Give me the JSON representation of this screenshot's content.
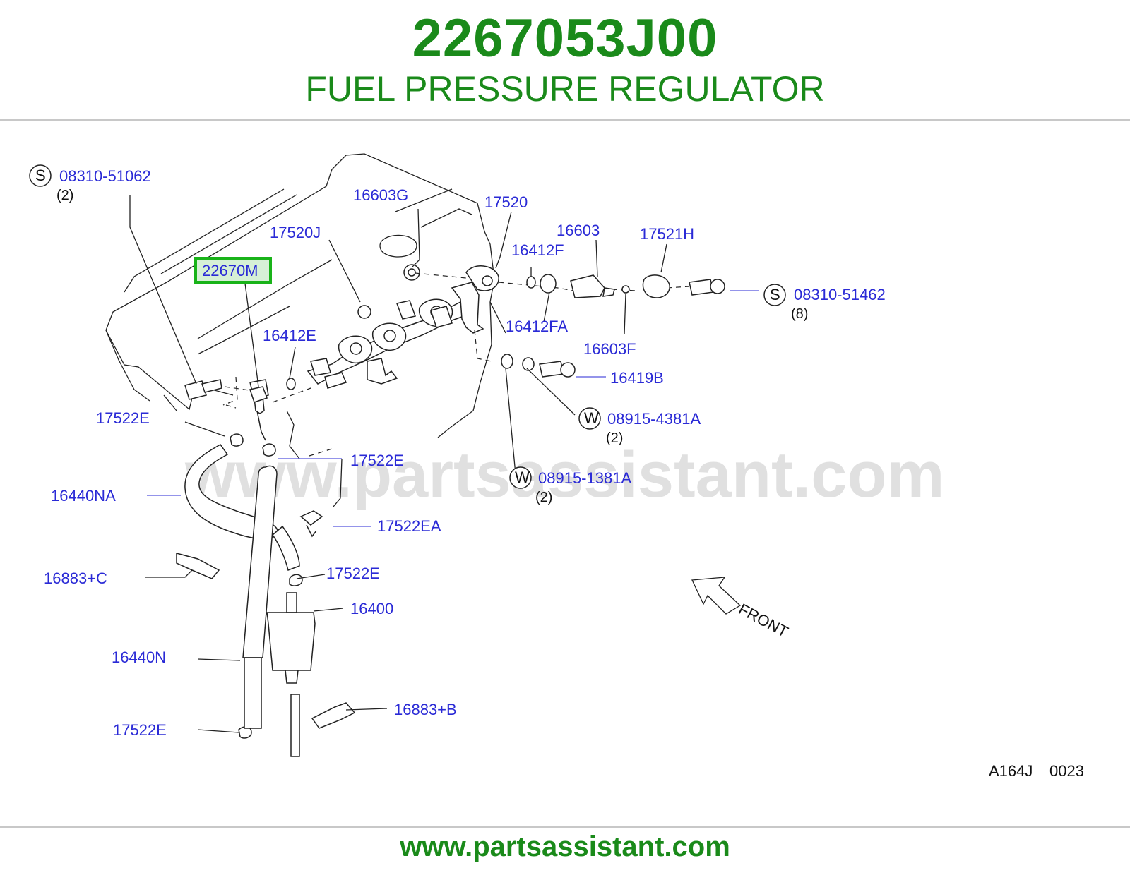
{
  "header": {
    "part_number": "2267053J00",
    "description": "FUEL PRESSURE REGULATOR"
  },
  "diagram": {
    "watermark": "www.partsassistant.com",
    "highlight_color": "#19b319",
    "label_color": "#2a2ad6",
    "code": "A164J",
    "sheet": "0023",
    "front_label": "FRONT",
    "callouts": [
      {
        "id": "s1",
        "symbol": "S",
        "label": "08310-51062",
        "qty": "(2)"
      },
      {
        "id": "c16603g",
        "label": "16603G"
      },
      {
        "id": "c17520",
        "label": "17520"
      },
      {
        "id": "c17520j",
        "label": "17520J"
      },
      {
        "id": "c16603",
        "label": "16603"
      },
      {
        "id": "c17521h",
        "label": "17521H"
      },
      {
        "id": "c22670m",
        "label": "22670M",
        "highlighted": true
      },
      {
        "id": "c16412f",
        "label": "16412F"
      },
      {
        "id": "s2",
        "symbol": "S",
        "label": "08310-51462",
        "qty": "(8)"
      },
      {
        "id": "c16412e",
        "label": "16412E"
      },
      {
        "id": "c16412fa",
        "label": "16412FA"
      },
      {
        "id": "c16603f",
        "label": "16603F"
      },
      {
        "id": "c16419b",
        "label": "16419B"
      },
      {
        "id": "c17522e_1",
        "label": "17522E"
      },
      {
        "id": "w1",
        "symbol": "W",
        "label": "08915-4381A",
        "qty": "(2)"
      },
      {
        "id": "c17522e_2",
        "label": "17522E"
      },
      {
        "id": "w2",
        "symbol": "W",
        "label": "08915-1381A",
        "qty": "(2)"
      },
      {
        "id": "c16440na",
        "label": "16440NA"
      },
      {
        "id": "c17522ea",
        "label": "17522EA"
      },
      {
        "id": "c16883c",
        "label": "16883+C"
      },
      {
        "id": "c17522e_3",
        "label": "17522E"
      },
      {
        "id": "c16400",
        "label": "16400"
      },
      {
        "id": "c16440n",
        "label": "16440N"
      },
      {
        "id": "c16883b",
        "label": "16883+B"
      },
      {
        "id": "c17522e_4",
        "label": "17522E"
      }
    ]
  },
  "footer": {
    "url": "www.partsassistant.com"
  }
}
